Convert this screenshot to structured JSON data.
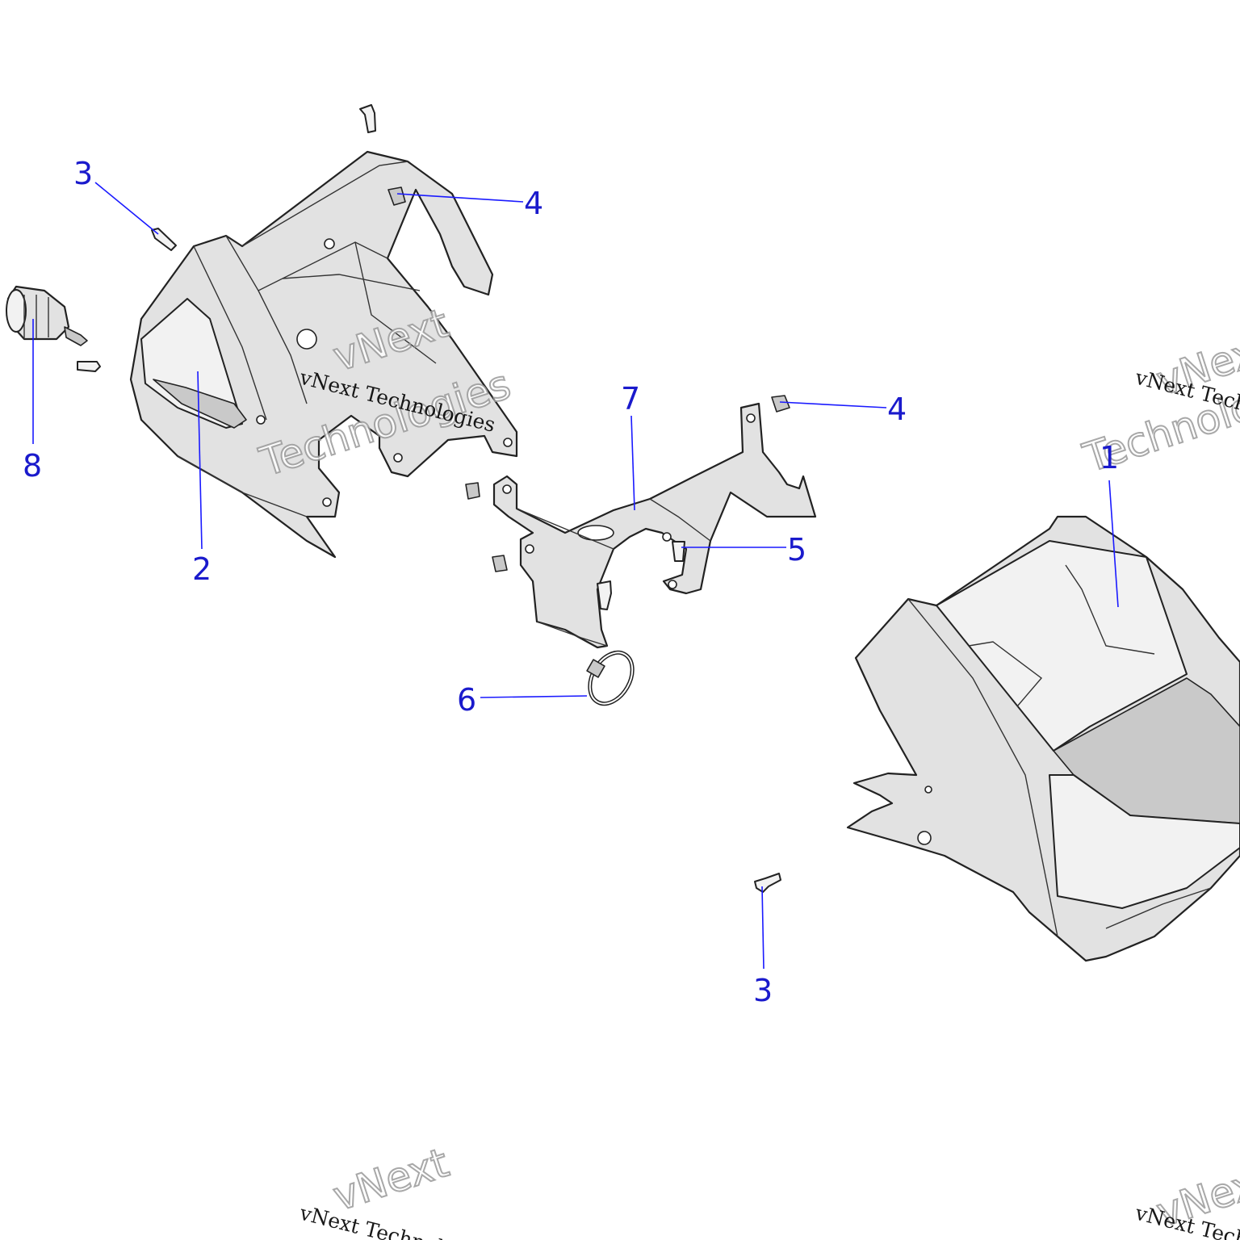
{
  "callouts": [
    {
      "label": "1"
    },
    {
      "label": "2"
    },
    {
      "label": "3"
    },
    {
      "label": "3"
    },
    {
      "label": "4"
    },
    {
      "label": "4"
    },
    {
      "label": "5"
    },
    {
      "label": "6"
    },
    {
      "label": "7"
    },
    {
      "label": "8"
    }
  ],
  "watermark": {
    "line": "vNext Technologies",
    "word1": "vNext",
    "word2": "Technologies"
  },
  "colors": {
    "callout": "#1a1acc",
    "part_fill": "#e2e2e2",
    "outline": "#222222"
  }
}
